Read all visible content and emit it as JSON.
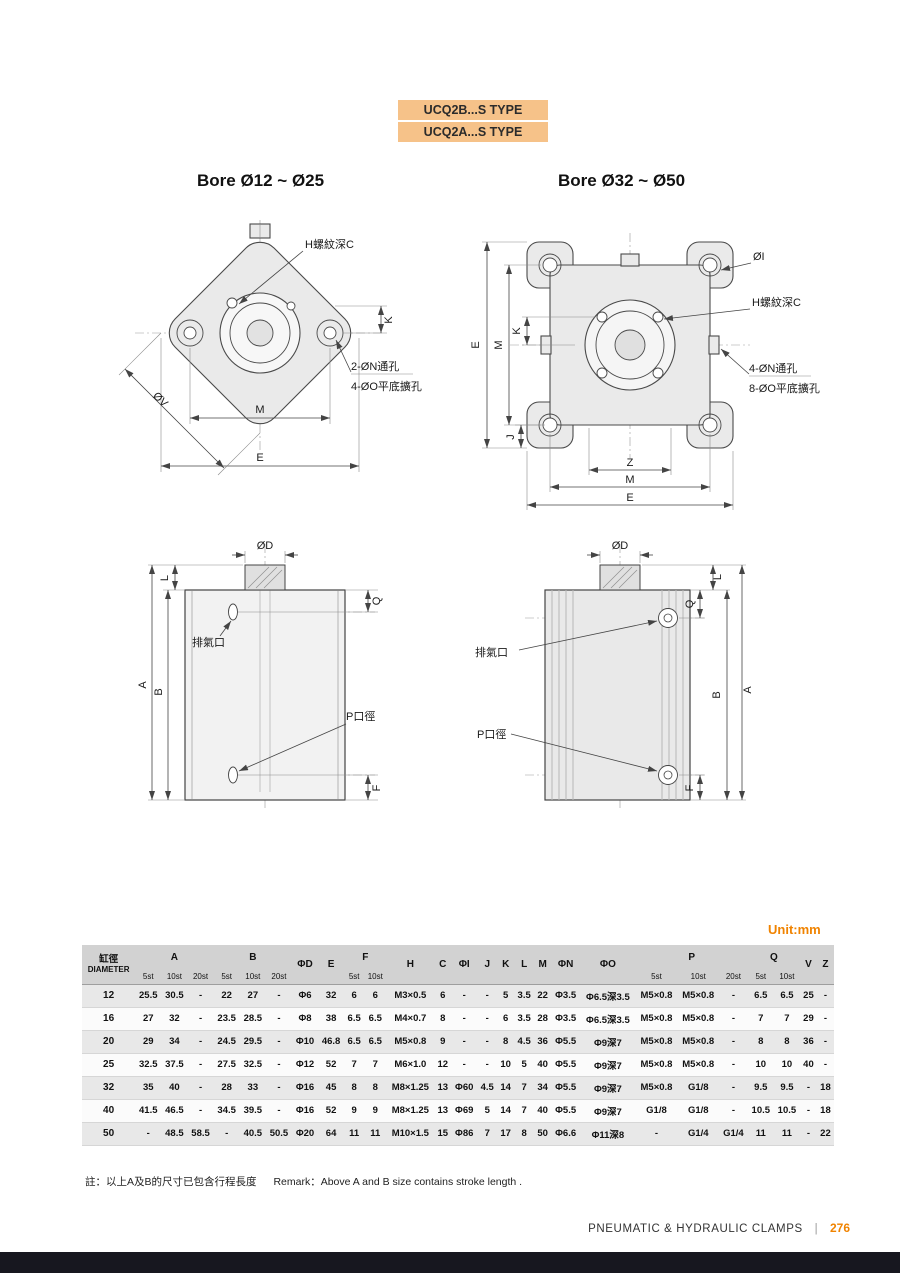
{
  "badges": {
    "badge1": "UCQ2B...S TYPE",
    "badge2": "UCQ2A...S TYPE"
  },
  "sections": {
    "left_bore_title": "Bore Ø12 ~ Ø25",
    "right_bore_title": "Bore Ø32 ~ Ø50"
  },
  "diagrams": {
    "d1": {
      "h_thread": "H螺紋深C",
      "k": "K",
      "n_holes": "2-ØN通孔",
      "o_holes": "4-ØO平底擴孔",
      "v": "ØV",
      "m": "M",
      "e": "E"
    },
    "d2": {
      "i": "ØI",
      "h_thread": "H螺紋深C",
      "e": "E",
      "m": "M",
      "k": "K",
      "j": "J",
      "z": "Z",
      "m2": "M",
      "e2": "E",
      "n_holes": "4-ØN通孔",
      "o_holes": "8-ØO平底擴孔"
    },
    "d3": {
      "d": "ØD",
      "l": "L",
      "q": "Q",
      "exhaust": "排氣口",
      "a": "A",
      "b": "B",
      "p": "P口徑",
      "f": "F"
    },
    "d4": {
      "d": "ØD",
      "l": "L",
      "q": "Q",
      "exhaust": "排氣口",
      "a": "A",
      "b": "B",
      "p": "P口徑",
      "f": "F"
    }
  },
  "unit_label": "Unit:mm",
  "table": {
    "diameter_header": [
      "缸徑",
      "DIAMETER"
    ],
    "groups": [
      {
        "label": "A",
        "subs": [
          "5st",
          "10st",
          "20st"
        ]
      },
      {
        "label": "B",
        "subs": [
          "5st",
          "10st",
          "20st"
        ]
      },
      {
        "label": "ΦD",
        "subs": []
      },
      {
        "label": "E",
        "subs": []
      },
      {
        "label": "F",
        "subs": [
          "5st",
          "10st"
        ]
      },
      {
        "label": "H",
        "subs": []
      },
      {
        "label": "C",
        "subs": []
      },
      {
        "label": "ΦI",
        "subs": []
      },
      {
        "label": "J",
        "subs": []
      },
      {
        "label": "K",
        "subs": []
      },
      {
        "label": "L",
        "subs": []
      },
      {
        "label": "M",
        "subs": []
      },
      {
        "label": "ΦN",
        "subs": []
      },
      {
        "label": "ΦO",
        "subs": []
      },
      {
        "label": "P",
        "subs": [
          "5st",
          "10st",
          "20st"
        ]
      },
      {
        "label": "Q",
        "subs": [
          "5st",
          "10st"
        ]
      },
      {
        "label": "V",
        "subs": []
      },
      {
        "label": "Z",
        "subs": []
      }
    ],
    "rows": [
      {
        "diameter": "12",
        "values": [
          "25.5",
          "30.5",
          "-",
          "22",
          "27",
          "-",
          "Φ6",
          "32",
          "6",
          "6",
          "M3×0.5",
          "6",
          "-",
          "-",
          "5",
          "3.5",
          "22",
          "Φ3.5",
          "Φ6.5深3.5",
          "M5×0.8",
          "M5×0.8",
          "-",
          "6.5",
          "6.5",
          "25",
          "-"
        ]
      },
      {
        "diameter": "16",
        "values": [
          "27",
          "32",
          "-",
          "23.5",
          "28.5",
          "-",
          "Φ8",
          "38",
          "6.5",
          "6.5",
          "M4×0.7",
          "8",
          "-",
          "-",
          "6",
          "3.5",
          "28",
          "Φ3.5",
          "Φ6.5深3.5",
          "M5×0.8",
          "M5×0.8",
          "-",
          "7",
          "7",
          "29",
          "-"
        ]
      },
      {
        "diameter": "20",
        "values": [
          "29",
          "34",
          "-",
          "24.5",
          "29.5",
          "-",
          "Φ10",
          "46.8",
          "6.5",
          "6.5",
          "M5×0.8",
          "9",
          "-",
          "-",
          "8",
          "4.5",
          "36",
          "Φ5.5",
          "Φ9深7",
          "M5×0.8",
          "M5×0.8",
          "-",
          "8",
          "8",
          "36",
          "-"
        ]
      },
      {
        "diameter": "25",
        "values": [
          "32.5",
          "37.5",
          "-",
          "27.5",
          "32.5",
          "-",
          "Φ12",
          "52",
          "7",
          "7",
          "M6×1.0",
          "12",
          "-",
          "-",
          "10",
          "5",
          "40",
          "Φ5.5",
          "Φ9深7",
          "M5×0.8",
          "M5×0.8",
          "-",
          "10",
          "10",
          "40",
          "-"
        ]
      },
      {
        "diameter": "32",
        "values": [
          "35",
          "40",
          "-",
          "28",
          "33",
          "-",
          "Φ16",
          "45",
          "8",
          "8",
          "M8×1.25",
          "13",
          "Φ60",
          "4.5",
          "14",
          "7",
          "34",
          "Φ5.5",
          "Φ9深7",
          "M5×0.8",
          "G1/8",
          "-",
          "9.5",
          "9.5",
          "-",
          "18"
        ]
      },
      {
        "diameter": "40",
        "values": [
          "41.5",
          "46.5",
          "-",
          "34.5",
          "39.5",
          "-",
          "Φ16",
          "52",
          "9",
          "9",
          "M8×1.25",
          "13",
          "Φ69",
          "5",
          "14",
          "7",
          "40",
          "Φ5.5",
          "Φ9深7",
          "G1/8",
          "G1/8",
          "-",
          "10.5",
          "10.5",
          "-",
          "18"
        ]
      },
      {
        "diameter": "50",
        "values": [
          "-",
          "48.5",
          "58.5",
          "-",
          "40.5",
          "50.5",
          "Φ20",
          "64",
          "11",
          "11",
          "M10×1.5",
          "15",
          "Φ86",
          "7",
          "17",
          "8",
          "50",
          "Φ6.6",
          "Φ11深8",
          "-",
          "G1/4",
          "G1/4",
          "11",
          "11",
          "-",
          "22"
        ]
      }
    ]
  },
  "note": {
    "zh": "註：以上A及B的尺寸已包含行程長度",
    "en": "Remark：Above A and B size contains stroke length ."
  },
  "footer": {
    "title": "PNEUMATIC & HYDRAULIC CLAMPS",
    "separator": "|",
    "page": "276"
  }
}
